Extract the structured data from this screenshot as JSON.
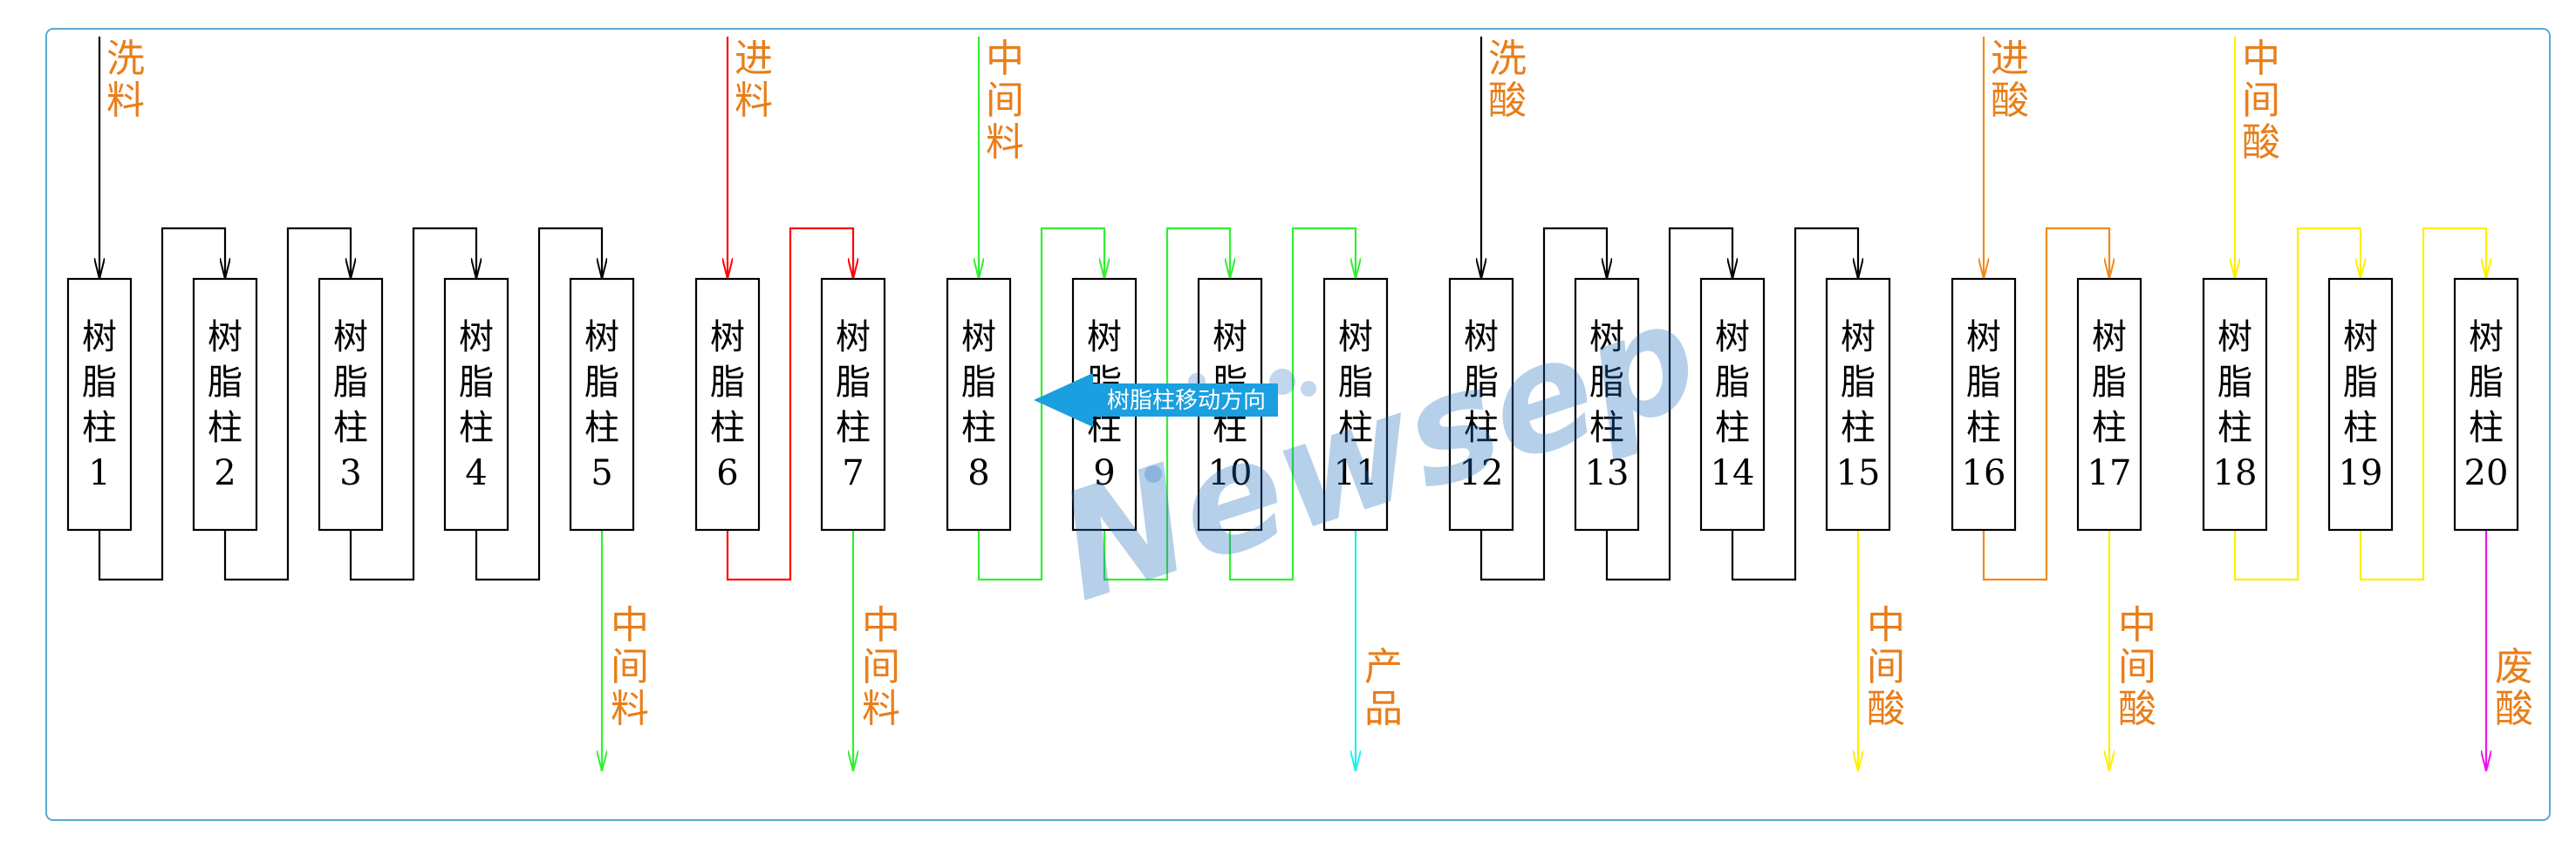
{
  "colors": {
    "border": "#5aa9cf",
    "label": "#e87e1a",
    "black": "#000000",
    "red": "#ff0000",
    "green": "#33ee33",
    "orange": "#f08a1c",
    "yellow": "#ffee00",
    "cyan": "#22eeee",
    "magenta": "#ee11ee",
    "arrow": "#1a9fe0"
  },
  "column_text": "树脂柱",
  "columns": [
    "1",
    "2",
    "3",
    "4",
    "5",
    "6",
    "7",
    "8",
    "9",
    "10",
    "11",
    "12",
    "13",
    "14",
    "15",
    "16",
    "17",
    "18",
    "19",
    "20"
  ],
  "inlets": [
    {
      "column": 1,
      "text": "洗料",
      "color": "black"
    },
    {
      "column": 6,
      "text": "进料",
      "color": "red"
    },
    {
      "column": 8,
      "text": "中间料",
      "color": "green"
    },
    {
      "column": 12,
      "text": "洗酸",
      "color": "black"
    },
    {
      "column": 16,
      "text": "进酸",
      "color": "orange"
    },
    {
      "column": 18,
      "text": "中间酸",
      "color": "yellow"
    }
  ],
  "outlets": [
    {
      "column": 5,
      "text": "中间料",
      "color": "green"
    },
    {
      "column": 7,
      "text": "中间料",
      "color": "green"
    },
    {
      "column": 11,
      "text": "产品",
      "color": "cyan"
    },
    {
      "column": 15,
      "text": "中间酸",
      "color": "yellow"
    },
    {
      "column": 17,
      "text": "中间酸",
      "color": "yellow"
    },
    {
      "column": 20,
      "text": "废酸",
      "color": "magenta"
    }
  ],
  "links": [
    {
      "from": 1,
      "color": "black"
    },
    {
      "from": 2,
      "color": "black"
    },
    {
      "from": 3,
      "color": "black"
    },
    {
      "from": 4,
      "color": "black"
    },
    {
      "from": 6,
      "color": "red"
    },
    {
      "from": 8,
      "color": "green"
    },
    {
      "from": 9,
      "color": "green"
    },
    {
      "from": 10,
      "color": "green"
    },
    {
      "from": 12,
      "color": "black"
    },
    {
      "from": 13,
      "color": "black"
    },
    {
      "from": 14,
      "color": "black"
    },
    {
      "from": 16,
      "color": "orange"
    },
    {
      "from": 18,
      "color": "yellow"
    },
    {
      "from": 19,
      "color": "yellow"
    }
  ],
  "direction_arrow": {
    "text": "树脂柱移动方向"
  },
  "watermark": "Newsep"
}
